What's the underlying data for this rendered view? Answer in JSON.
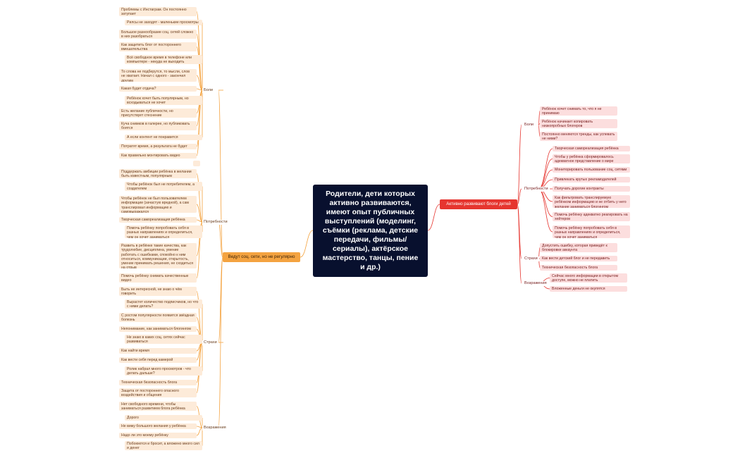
{
  "center": {
    "title": "Родители, дети которых активно развиваются, имеют опыт публичных выступлений (моделинг, съёмки (реклама, детские передачи, фильмы/ сериалы), актёрское мастерство, танцы, пение и др.)"
  },
  "left_main": {
    "label": "Ведут соц. сети, но не регулярно"
  },
  "right_main": {
    "label": "Активно развивают блоги детей"
  },
  "colors": {
    "center": "#08102e",
    "left_main": "#f4a340",
    "right_main": "#e6352f",
    "left_leaf": "#fdebd9",
    "right_leaf": "#fcdede"
  },
  "left": {
    "boli": {
      "label": "Боли",
      "items": [
        "Проблемы с Инстаграм. Он постоянно затупает",
        "Рилсы не заходят - маленькие просмотры",
        "Большое разнообразие соц. сетей сложно в них разобраться",
        "Как защитить блог от постороннего вмешательства",
        "Всё свободное время в телефоне или компьютере - некуда не выходить",
        "То слова не подберутся, то мысли, слов не хватает. Начал с одного - закончил другим",
        "Какая будет отдача?",
        "Ребёнок хочет быть популярным, но всходываться не хочет",
        "Есть желание публичности, но присутствует стеснение",
        "Куча снимков в галерее, но публиковать боятся",
        "А если контент не понравится",
        "Потратят время, а результата не будет",
        "Как правильно монтировать видео"
      ]
    },
    "potrebnosti": {
      "label": "Потребности",
      "items": [
        "Поддержать амбиции ребёнка в желании быть известным, популярным",
        "Чтобы ребёнок был не потребителем, а создателем",
        "Чтобы ребёнок не был пользователем информации (зачастую вредной), а сам транслировал информацию и самовыражался",
        "Творческая самореализация ребёнка",
        "Помочь ребёнку попробовать себя в разных направлениях и определиться, чем он хочет заниматься",
        "Развить в ребёнке такие качества, как трудолюбие, дисциплина, умение работать с ошибками, спокойно к ним относиться, коммуникации, открытость, умение принимать решения, не сходиться на отрыв",
        "Помочь ребёнку снимать качественные видео"
      ]
    },
    "strahi": {
      "label": "Страхи",
      "items": [
        "Быть не интересной, не знаю о чём говорить",
        "Вырастет количество подписчиков, но что с ними делать?",
        "С ростом популярности появится звёздная болезнь",
        "Непонимание, как заниматься блогингом",
        "Не знаю в каких соц. сетях сейчас развиваться",
        "Как найти время",
        "Как вести себя перед камерой",
        "Ролик набрал много просмотров - что делать дальше?",
        "Техническая безопасность блога",
        "Защита от постороннего опасного воздействия и общения"
      ]
    },
    "vozrazheniya": {
      "label": "Возражения",
      "items": [
        "Нет свободного времени, чтобы заниматься развитием блога ребёнка",
        "Дорого",
        "Не вижу большого желания у ребёнка",
        "Надо ли это моему ребёнку",
        "Побоюются и бросит, а вложено много сил и денег"
      ]
    }
  },
  "right": {
    "boli": {
      "label": "Боли",
      "items": [
        "Ребёнок хочет снимать то, что я не принимаю",
        "Ребёнок начинает копировать низкопробных блогеров",
        "Постоянно меняются тренды, как успевать не ними?"
      ]
    },
    "potrebnosti": {
      "label": "Потребности",
      "items": [
        "Творческая самореализация ребёнка",
        "Чтобы у ребёнка сформировалось адекватное представление о мире",
        "Мониторировать пользование соц. сетями",
        "Привлекать крутых рекламодателей",
        "Получать дорогие контракты",
        "Как фильтровать транслируемую ребёнком информацию и не отбить у него желание заниматься блогингом",
        "Помочь ребёнку адекватно реагировать на хейтеров",
        "Помочь ребёнку попробовать себя в разных направлениях и определиться, чем он хочет заниматься"
      ]
    },
    "strahi": {
      "label": "Страхи",
      "items": [
        "Допустить ошибку, которая приведёт к блокировке аккаунта",
        "Как вести детский блог и не передавить",
        "Техническая безопасность блога"
      ]
    },
    "vozrazheniya": {
      "label": "Возражения",
      "items": [
        "Сейчас много информации в открытом доступе, можно не платить",
        "Вложенные деньги не окупятся"
      ]
    }
  }
}
